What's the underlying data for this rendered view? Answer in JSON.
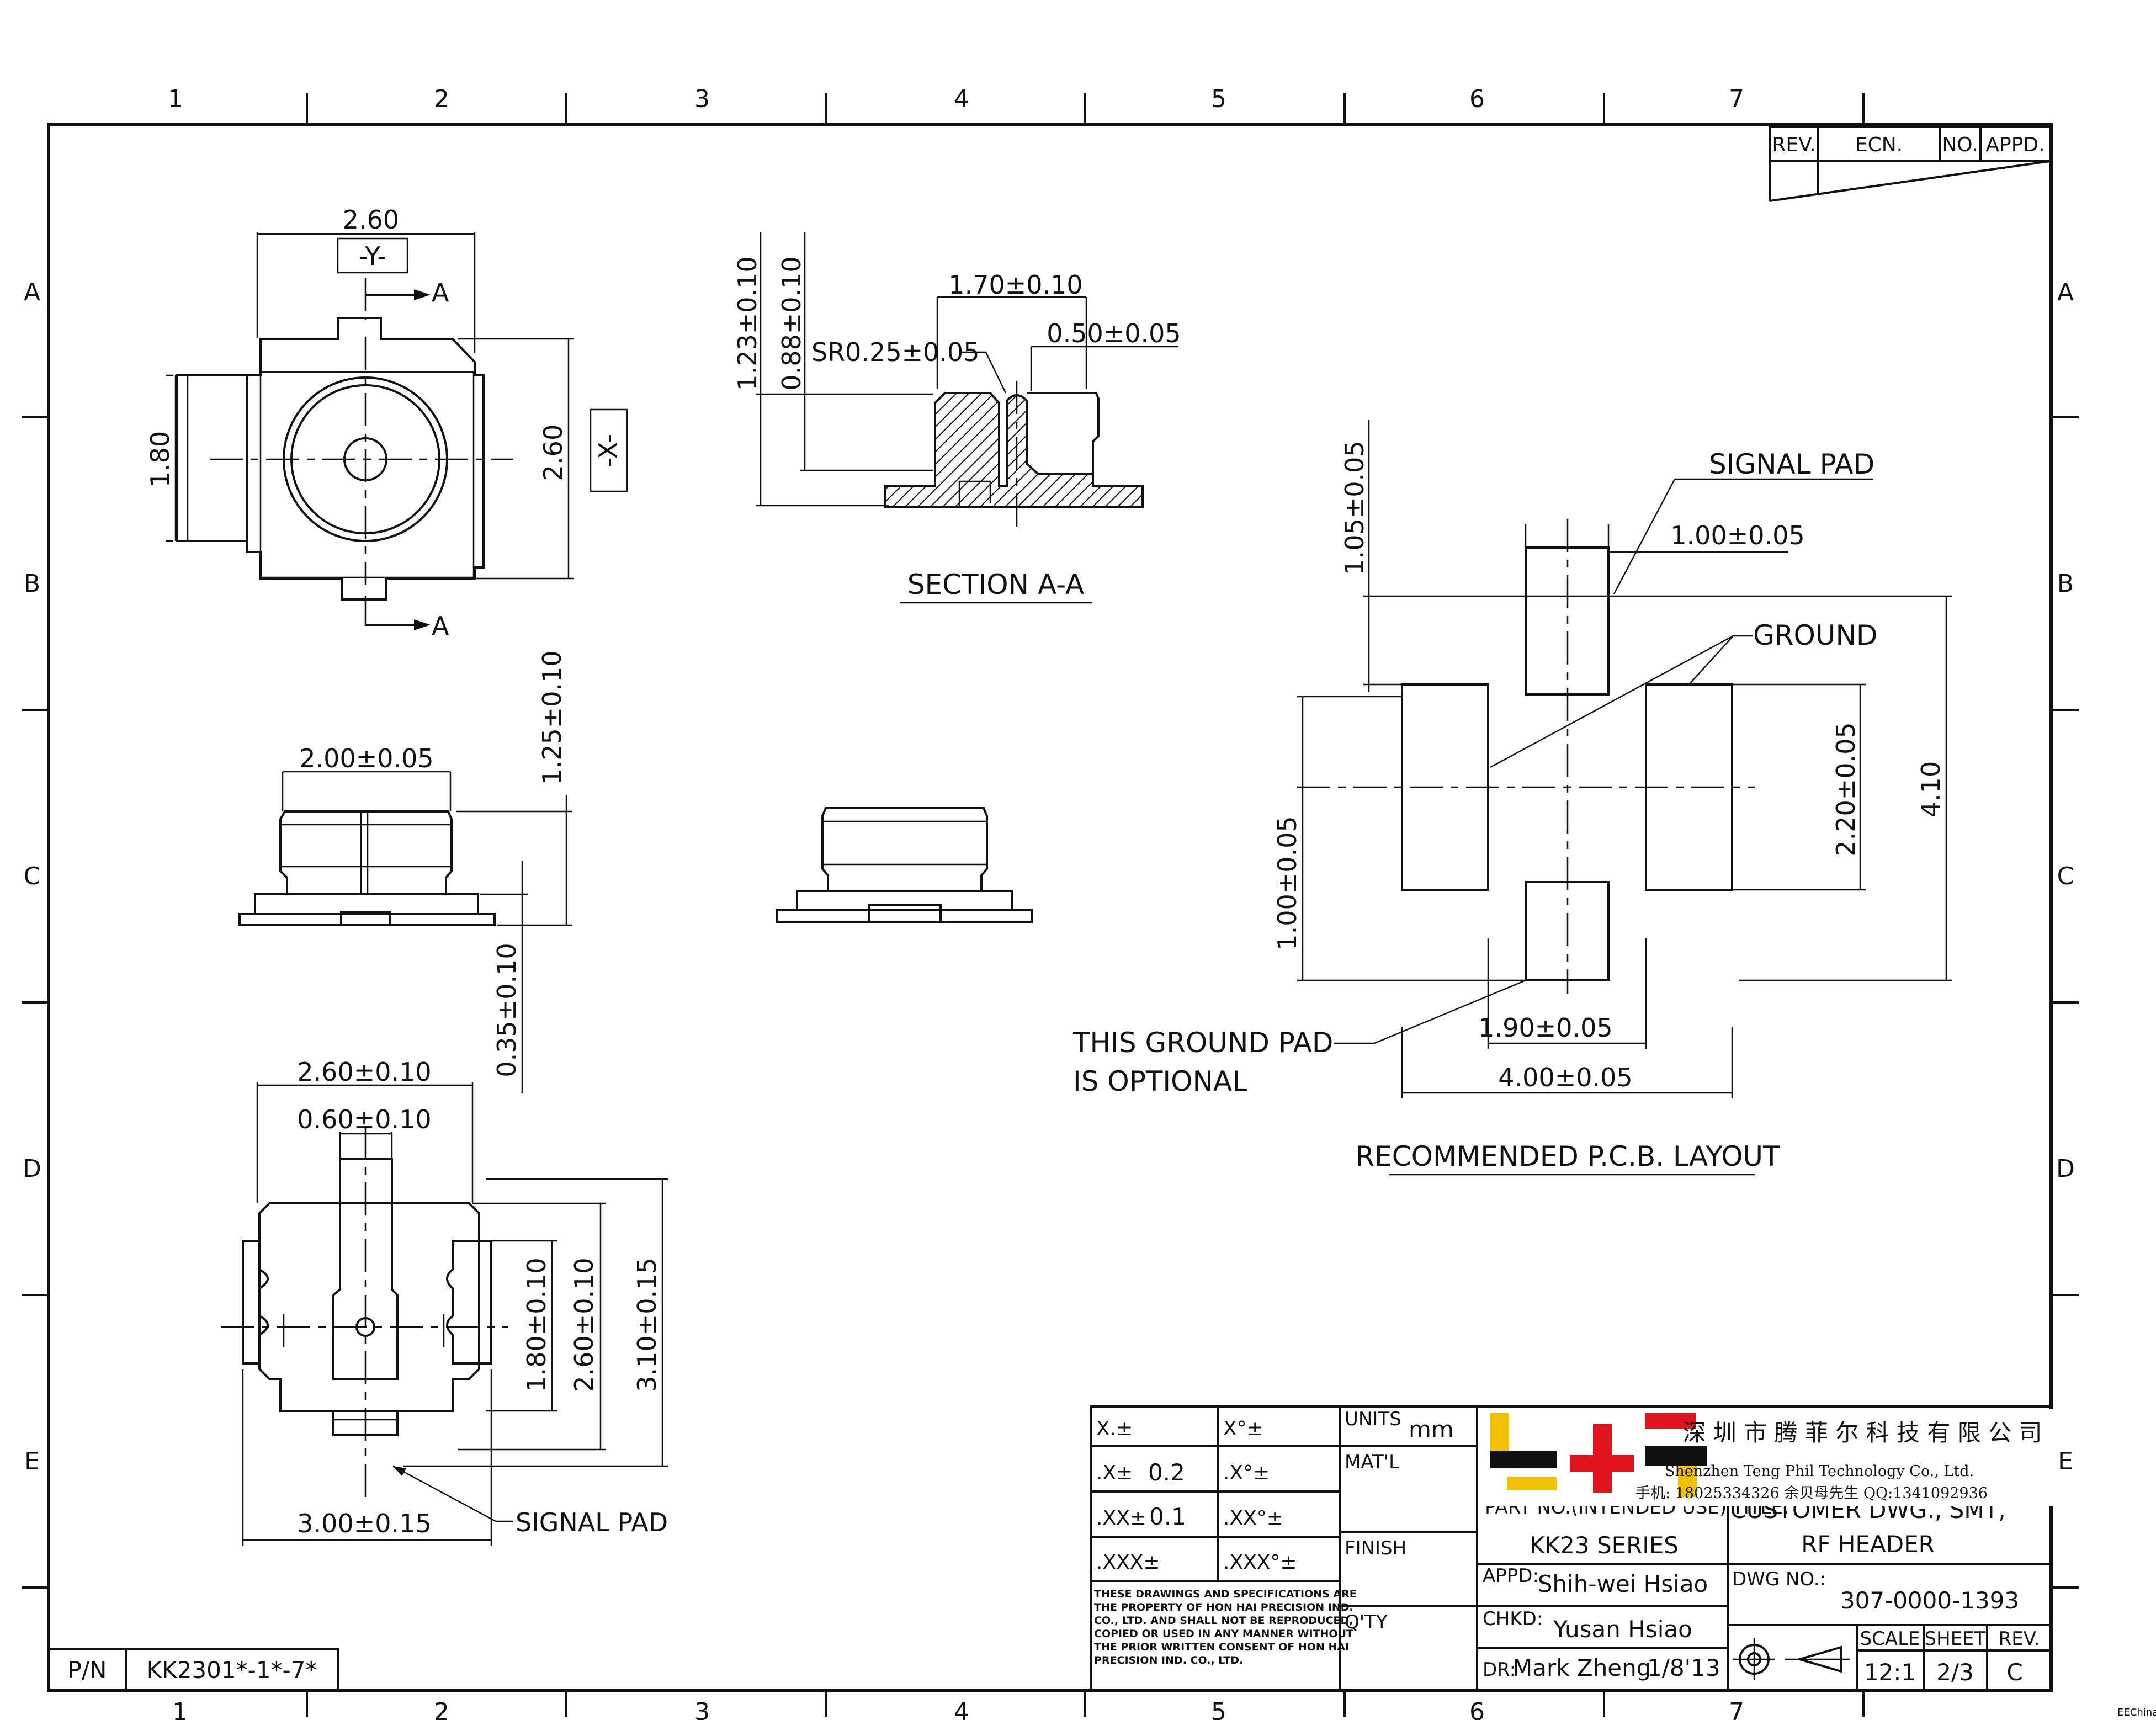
{
  "sheet_markers": {
    "columns": [
      "1",
      "2",
      "3",
      "4",
      "5",
      "6",
      "7"
    ],
    "rows": [
      "A",
      "B",
      "C",
      "D",
      "E"
    ]
  },
  "revision_block": {
    "rev": "REV.",
    "ecn": "ECN.",
    "no": "NO.",
    "appd": "APPD."
  },
  "top_view": {
    "width_dim": "2.60",
    "datum_y": "-Y-",
    "datum_x": "-X-",
    "height_dim": "2.60",
    "side_dim": "1.80",
    "cut_label_top": "A",
    "cut_label_bottom": "A"
  },
  "section_view": {
    "title": "SECTION A-A",
    "dims": {
      "h1": "1.23±0.10",
      "h2": "0.88±0.10",
      "w1": "1.70±0.10",
      "w2": "0.50±0.05",
      "radius": "SR0.25±0.05"
    }
  },
  "side_view": {
    "width_dim": "2.00±0.05",
    "height_dim": "1.25±0.10",
    "base_dim": "0.35±0.10"
  },
  "bottom_view": {
    "width_top": "2.60±0.10",
    "pin_width": "0.60±0.10",
    "h1": "1.80±0.10",
    "h2": "2.60±0.10",
    "h3": "3.10±0.15",
    "width_bottom": "3.00±0.15",
    "signal_label": "SIGNAL PAD"
  },
  "pcb_layout": {
    "title": "RECOMMENDED P.C.B. LAYOUT",
    "signal_pad": "SIGNAL PAD",
    "ground": "GROUND",
    "note_line1": "THIS GROUND PAD",
    "note_line2": "IS OPTIONAL",
    "dims": {
      "signal_w": "1.00±0.05",
      "top_offset": "1.05±0.05",
      "ground_h": "2.20±0.05",
      "overall_h": "4.10",
      "pad_h": "1.00±0.05",
      "inner_w": "1.90±0.05",
      "overall_w": "4.00±0.05"
    }
  },
  "title_block": {
    "tol": {
      "x_label": "X.±",
      "xa_label": "X°±",
      "x1": ".X±",
      "x1_val": "0.2",
      "xa1": ".X°±",
      "x2": ".XX±",
      "x2_val": "0.1",
      "xa2": ".XX°±",
      "x3": ".XXX±",
      "xa3": ".XXX°±"
    },
    "units_label": "UNITS",
    "units_value": "mm",
    "matl_label": "MAT'L",
    "finish_label": "FINISH",
    "qty_label": "Q'TY",
    "part_no_label": "PART NO.(INTENDED USE)",
    "part_no_value": "KK23 SERIES",
    "title_label": "TITLE:",
    "title_line1": "CUSTOMER DWG., SMT,",
    "title_line2": "RF HEADER",
    "appd_label": "APPD:",
    "appd_value": "Shih-wei Hsiao",
    "chkd_label": "CHKD:",
    "chkd_value": "Yusan Hsiao",
    "dr_label": "DR:",
    "dr_value": "Mark Zheng",
    "dr_date": "1/8'13",
    "dwg_no_label": "DWG NO.:",
    "dwg_no_value": "307-0000-1393",
    "scale_label": "SCALE",
    "scale_value": "12:1",
    "sheet_label": "SHEET",
    "sheet_value": "2/3",
    "rev_label": "REV.",
    "rev_value": "C",
    "notice": [
      "THESE DRAWINGS AND SPECIFICATIONS ARE",
      "THE PROPERTY OF HON HAI PRECISION IND.",
      "CO., LTD. AND SHALL NOT BE REPRODUCED,",
      "COPIED OR USED IN ANY MANNER WITHOUT",
      "THE PRIOR WRITTEN CONSENT OF HON HAI",
      "PRECISION IND. CO., LTD."
    ]
  },
  "company": {
    "name_cn": "深 圳 市 腾 菲 尔 科 技 有 限 公 司",
    "name_en": "Shenzhen Teng Phil Technology Co., Ltd.",
    "contact": "手机: 18025334326 余贝母先生    QQ:1341092936",
    "colors": {
      "yellow": "#f2c200",
      "red": "#e0141e",
      "black": "#111111"
    }
  },
  "pn_block": {
    "label": "P/N",
    "value": "KK2301*-1*-7*"
  },
  "watermark": "EEChina.com"
}
